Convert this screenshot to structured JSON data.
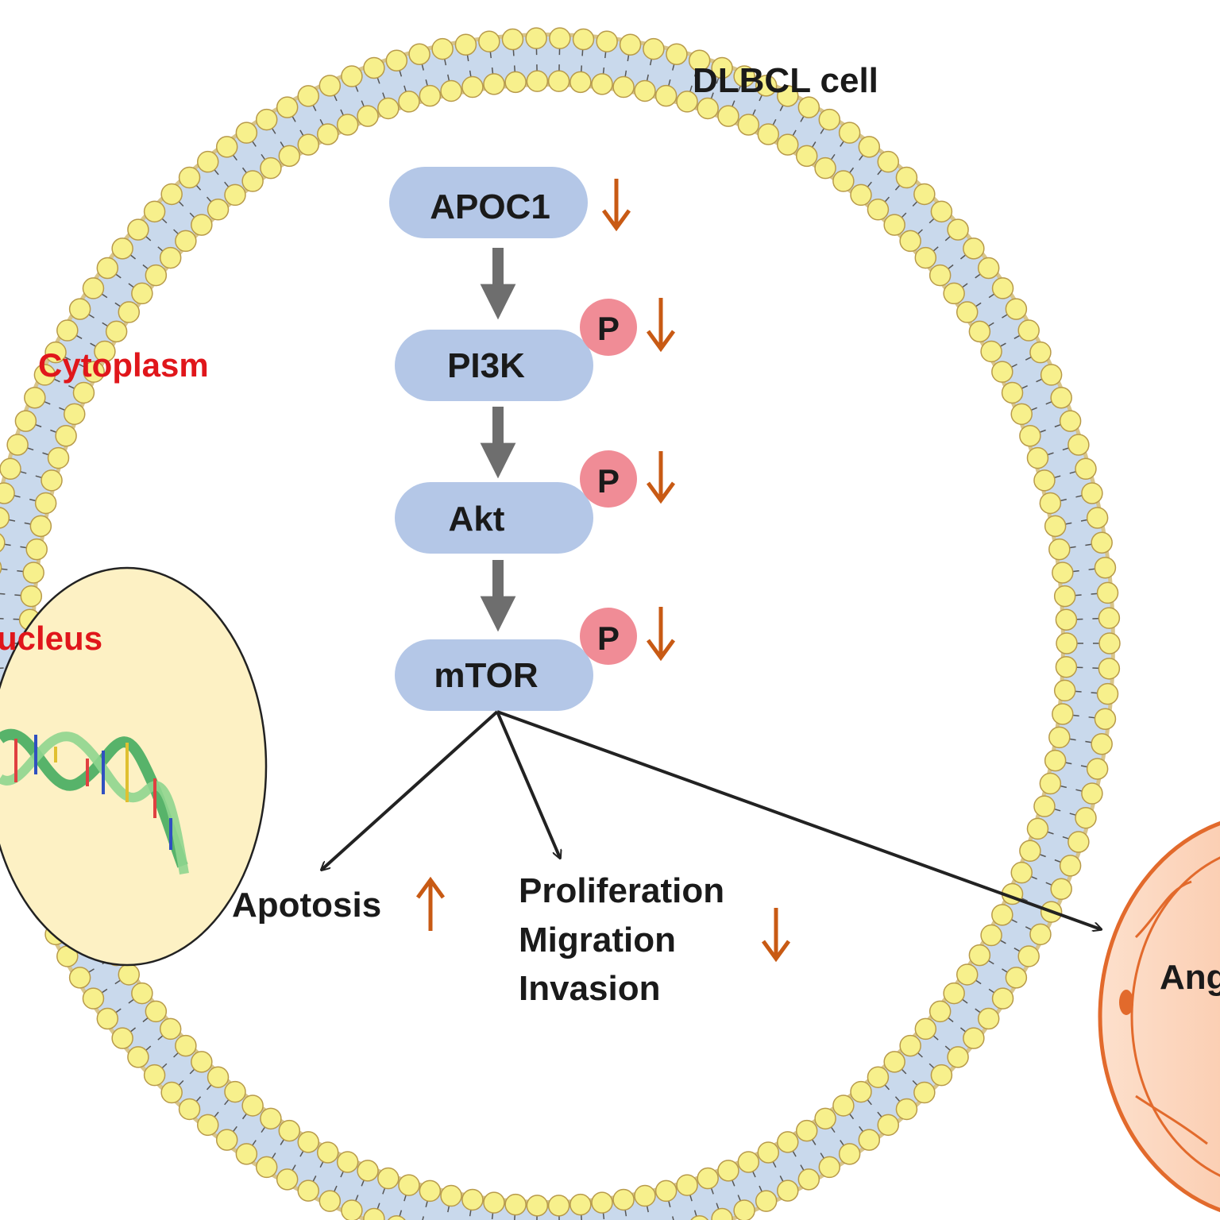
{
  "cell_label": "DLBCL cell",
  "cytoplasm_label": "Cytoplasm",
  "nucleus_label": "ucleus",
  "pathway": [
    {
      "label": "APOC1",
      "phospho": "",
      "trend": "down"
    },
    {
      "label": "PI3K",
      "phospho": "P",
      "trend": "down"
    },
    {
      "label": "Akt",
      "phospho": "P",
      "trend": "down"
    },
    {
      "label": "mTOR",
      "phospho": "P",
      "trend": "down"
    }
  ],
  "outcomes": {
    "apoptosis": {
      "label": "Apotosis",
      "trend": "up"
    },
    "growth": {
      "lines": [
        "Proliferation",
        "Migration",
        "Invasion"
      ],
      "trend": "down"
    },
    "vessel": {
      "label": "Ang"
    }
  },
  "colors": {
    "node_fill": "#b4c7e7",
    "phospho_fill": "#f08c96",
    "trend_arrow": "#c85a14",
    "pathway_arrow": "#6e6e6e",
    "membrane_head": "#f7f08c",
    "membrane_tail": "#c9d9ec",
    "nucleus_fill": "#fdf1c4",
    "vessel_fill": "#f7b088",
    "vessel_stroke": "#e26a2c",
    "label_red": "#e0161b"
  }
}
